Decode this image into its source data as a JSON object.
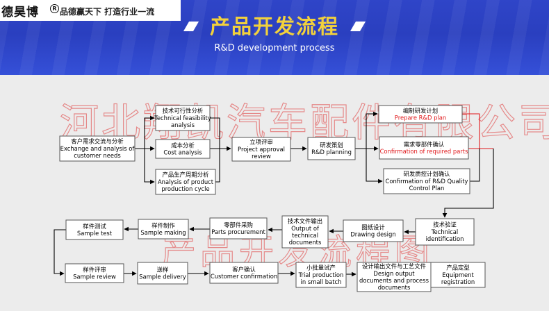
{
  "header": {
    "brand_logo": "德昊博",
    "brand_reg": "R",
    "brand_slogan": "品德赢天下  打造行业一流",
    "title": "产品开发流程",
    "subtitle": "R&D development process"
  },
  "watermarks": {
    "company": "河北翔凯汽车配件有限公司",
    "process": "产品开发流程图"
  },
  "colors": {
    "banner": "#2f45c8",
    "title": "#f2d13c",
    "highlight": "#e0191c",
    "canvas": "#ececec"
  },
  "nodes": {
    "needs": {
      "zh": "客户需求交流与分析",
      "en": [
        "Exchange and analysis of",
        "customer needs"
      ]
    },
    "feasibility": {
      "zh": "技术可行性分析",
      "en": [
        "Technical feasibility",
        "analysis"
      ]
    },
    "cost": {
      "zh": "成本分析",
      "en": [
        "Cost analysis"
      ]
    },
    "lifecycle": {
      "zh": "产品生产周期分析",
      "en": [
        "Analysis of product",
        "production cycle"
      ]
    },
    "approval": {
      "zh": "立项评审",
      "en": [
        "Project approval",
        "review"
      ]
    },
    "rd_planning": {
      "zh": "研发策划",
      "en": [
        "R&D planning"
      ]
    },
    "rd_plan": {
      "zh": "编制研发计划",
      "en": [
        "Prepare R&D plan"
      ]
    },
    "required": {
      "zh": "需求零部件确认",
      "en": [
        "Confirmation of required parts"
      ]
    },
    "qc_plan": {
      "zh": "研发质控计划确认",
      "en": [
        "Confirmation of R&D Quality",
        "Control Plan"
      ]
    },
    "tech_ident": {
      "zh": "技术验证",
      "en": [
        "Technical",
        "identification"
      ]
    },
    "drawing": {
      "zh": "图纸设计",
      "en": [
        "Drawing design"
      ]
    },
    "tech_docs": {
      "zh": "技术文件输出",
      "en": [
        "Output of",
        "technical",
        "documents"
      ]
    },
    "procurement": {
      "zh": "零部件采购",
      "en": [
        "Parts procurement"
      ]
    },
    "making": {
      "zh": "样件制作",
      "en": [
        "Sample making"
      ]
    },
    "test": {
      "zh": "样件测试",
      "en": [
        "Sample test"
      ]
    },
    "review": {
      "zh": "样件评审",
      "en": [
        "Sample review"
      ]
    },
    "delivery": {
      "zh": "送样",
      "en": [
        "Sample delivery"
      ]
    },
    "confirmation": {
      "zh": "客户确认",
      "en": [
        "Customer confirmation"
      ]
    },
    "trial": {
      "zh": "小批量试产",
      "en": [
        "Trial production",
        "in small batch"
      ]
    },
    "design_out": {
      "zh": "设计输出文件与工艺文件",
      "en": [
        "Design output",
        "documents and process",
        "documents"
      ]
    },
    "registration": {
      "zh": "产品定型",
      "en": [
        "Equipment",
        "registration"
      ]
    }
  },
  "highlighted": [
    "rd_plan",
    "required"
  ]
}
